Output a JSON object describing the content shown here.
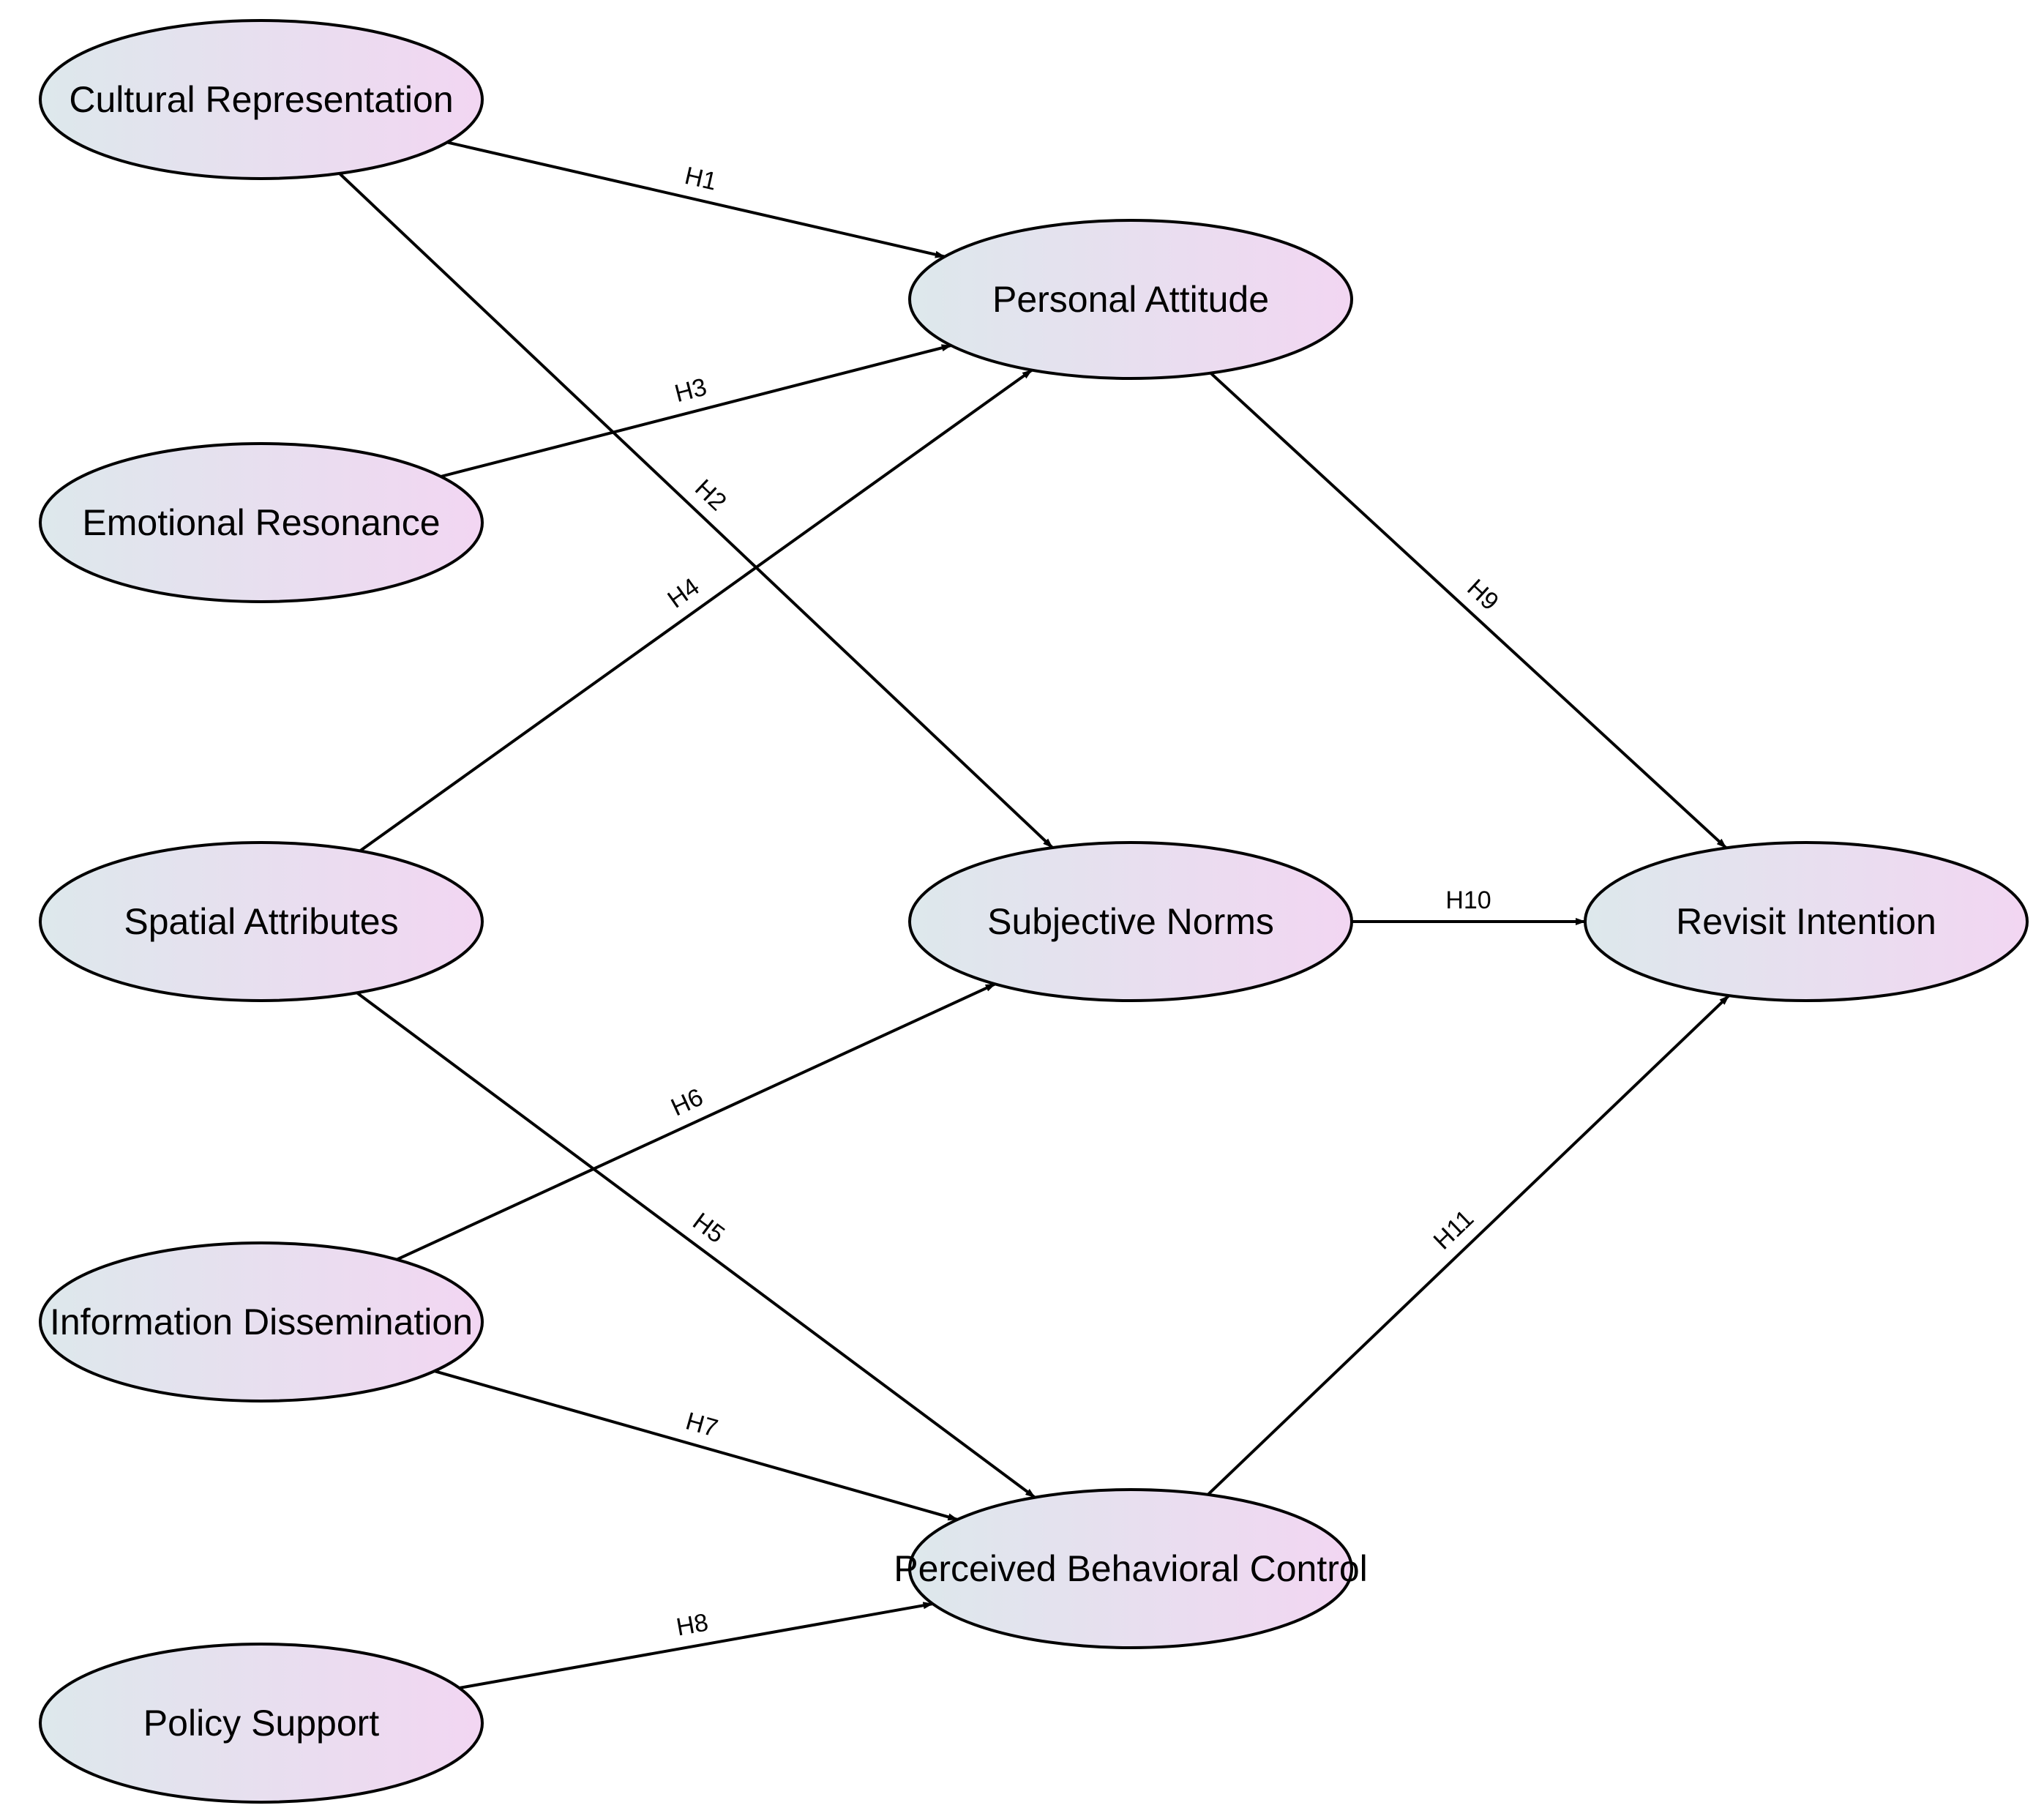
{
  "diagram": {
    "node_fill_start": "#dde8ec",
    "node_fill_end": "#f2d6f2",
    "nodes": [
      {
        "id": "cultural_representation",
        "label": "Cultural Representation"
      },
      {
        "id": "emotional_resonance",
        "label": "Emotional Resonance"
      },
      {
        "id": "spatial_attributes",
        "label": "Spatial Attributes"
      },
      {
        "id": "information_dissemination",
        "label": "Information Dissemination"
      },
      {
        "id": "policy_support",
        "label": "Policy Support"
      },
      {
        "id": "personal_attitude",
        "label": "Personal Attitude"
      },
      {
        "id": "subjective_norms",
        "label": "Subjective Norms"
      },
      {
        "id": "perceived_behavioral_control",
        "label": "Perceived Behavioral Control"
      },
      {
        "id": "revisit_intention",
        "label": "Revisit Intention"
      }
    ],
    "edges": [
      {
        "from": "cultural_representation",
        "to": "personal_attitude",
        "label": "H1"
      },
      {
        "from": "cultural_representation",
        "to": "subjective_norms",
        "label": "H2"
      },
      {
        "from": "emotional_resonance",
        "to": "personal_attitude",
        "label": "H3"
      },
      {
        "from": "spatial_attributes",
        "to": "personal_attitude",
        "label": "H4"
      },
      {
        "from": "spatial_attributes",
        "to": "perceived_behavioral_control",
        "label": "H5"
      },
      {
        "from": "information_dissemination",
        "to": "subjective_norms",
        "label": "H6"
      },
      {
        "from": "information_dissemination",
        "to": "perceived_behavioral_control",
        "label": "H7"
      },
      {
        "from": "policy_support",
        "to": "perceived_behavioral_control",
        "label": "H8"
      },
      {
        "from": "personal_attitude",
        "to": "revisit_intention",
        "label": "H9"
      },
      {
        "from": "subjective_norms",
        "to": "revisit_intention",
        "label": "H10"
      },
      {
        "from": "perceived_behavioral_control",
        "to": "revisit_intention",
        "label": "H11"
      }
    ]
  }
}
